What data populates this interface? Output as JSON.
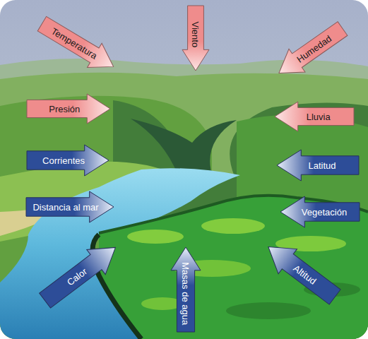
{
  "diagram": {
    "nodes": [
      {
        "text": [
          "Temperatura"
        ]
      },
      {
        "text": [
          "Viento"
        ]
      },
      {
        "text": [
          "Humedad"
        ]
      },
      {
        "text": [
          "Presión"
        ]
      },
      {
        "text": [
          "Lluvia"
        ]
      },
      {
        "text": [
          "Corrientes"
        ]
      },
      {
        "text": [
          "Latitud"
        ]
      },
      {
        "text": [
          "Distancia al mar"
        ]
      },
      {
        "text": [
          "Vegetación"
        ]
      },
      {
        "text": [
          "Calor"
        ]
      },
      {
        "text": [
          "Masas de agua"
        ]
      },
      {
        "text": [
          "Altitud"
        ]
      }
    ]
  }
}
